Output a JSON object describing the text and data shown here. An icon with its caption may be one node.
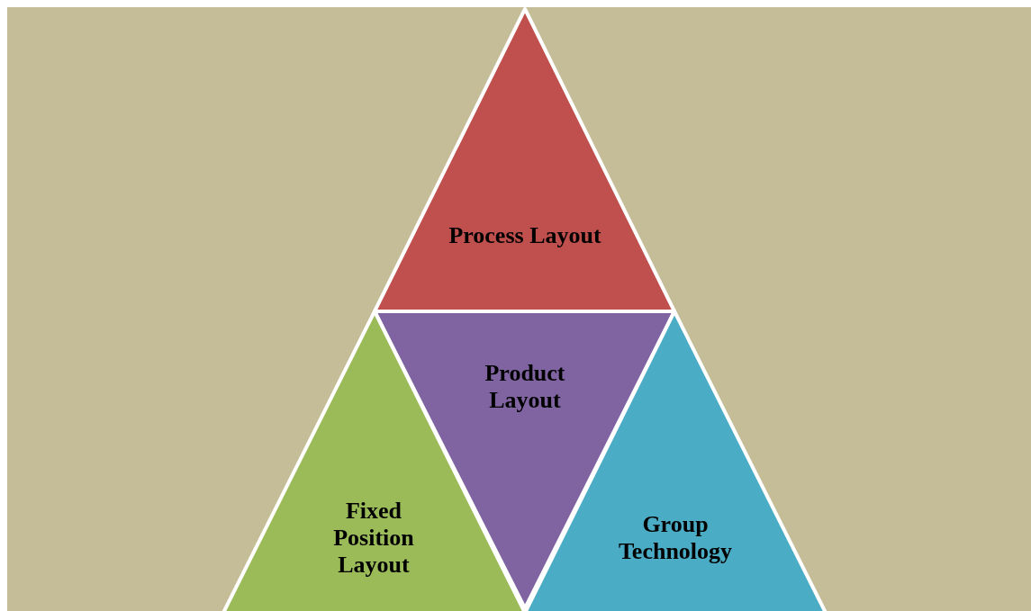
{
  "diagram": {
    "nodes": [
      {
        "text": [
          "Process Layout"
        ]
      },
      {
        "text": [
          "Product Layout"
        ]
      },
      {
        "text": [
          "Fixed Position Layout"
        ]
      },
      {
        "text": [
          "Group Technology"
        ]
      }
    ]
  }
}
